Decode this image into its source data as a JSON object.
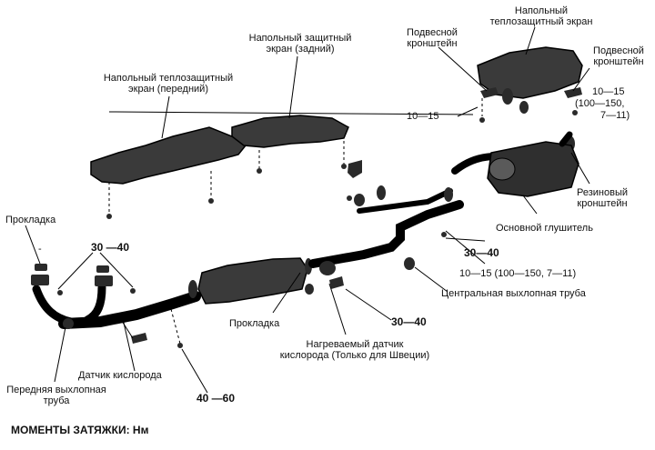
{
  "labels": {
    "front_heat_shield": [
      "Напольный теплозащитный",
      "экран (передний)"
    ],
    "rear_floor_shield": [
      "Напольный защитный",
      "экран (задний)"
    ],
    "hanger_bracket_left": [
      "Подвесной",
      "кронштейн"
    ],
    "floor_heat_shield": [
      "Напольный",
      "теплозащитный экран"
    ],
    "hanger_bracket_right": [
      "Подвесной",
      "кронштейн"
    ],
    "rubber_bracket": [
      "Резиновый",
      "кронштейн"
    ],
    "main_muffler": "Основной глушитель",
    "center_pipe": "Центральная выхлопная труба",
    "gasket_center": "Прокладка",
    "heated_oxygen_sensor": [
      "Нагреваемый датчик",
      "кислорода (Только для Швеции)"
    ],
    "gasket_left": "Прокладка",
    "dash_mark": "-",
    "oxygen_sensor": "Датчик кислорода",
    "front_exhaust_pipe": [
      "Передняя выхлопная",
      "труба"
    ]
  },
  "torques": {
    "right_main": "10—15",
    "right_alt": "(100—150,",
    "right_alt2": "7—11)",
    "left_bracket": "10—15",
    "center_30_40": "30—40",
    "center_10_15": "10—15 (100—150, 7—11)",
    "sensor_30_40": "30—40",
    "front_30_40": "30 —40",
    "catalyst_40_60": "40 —60"
  },
  "legend": {
    "torque_units": "МОМЕНТЫ ЗАТЯЖКИ: Нм"
  }
}
